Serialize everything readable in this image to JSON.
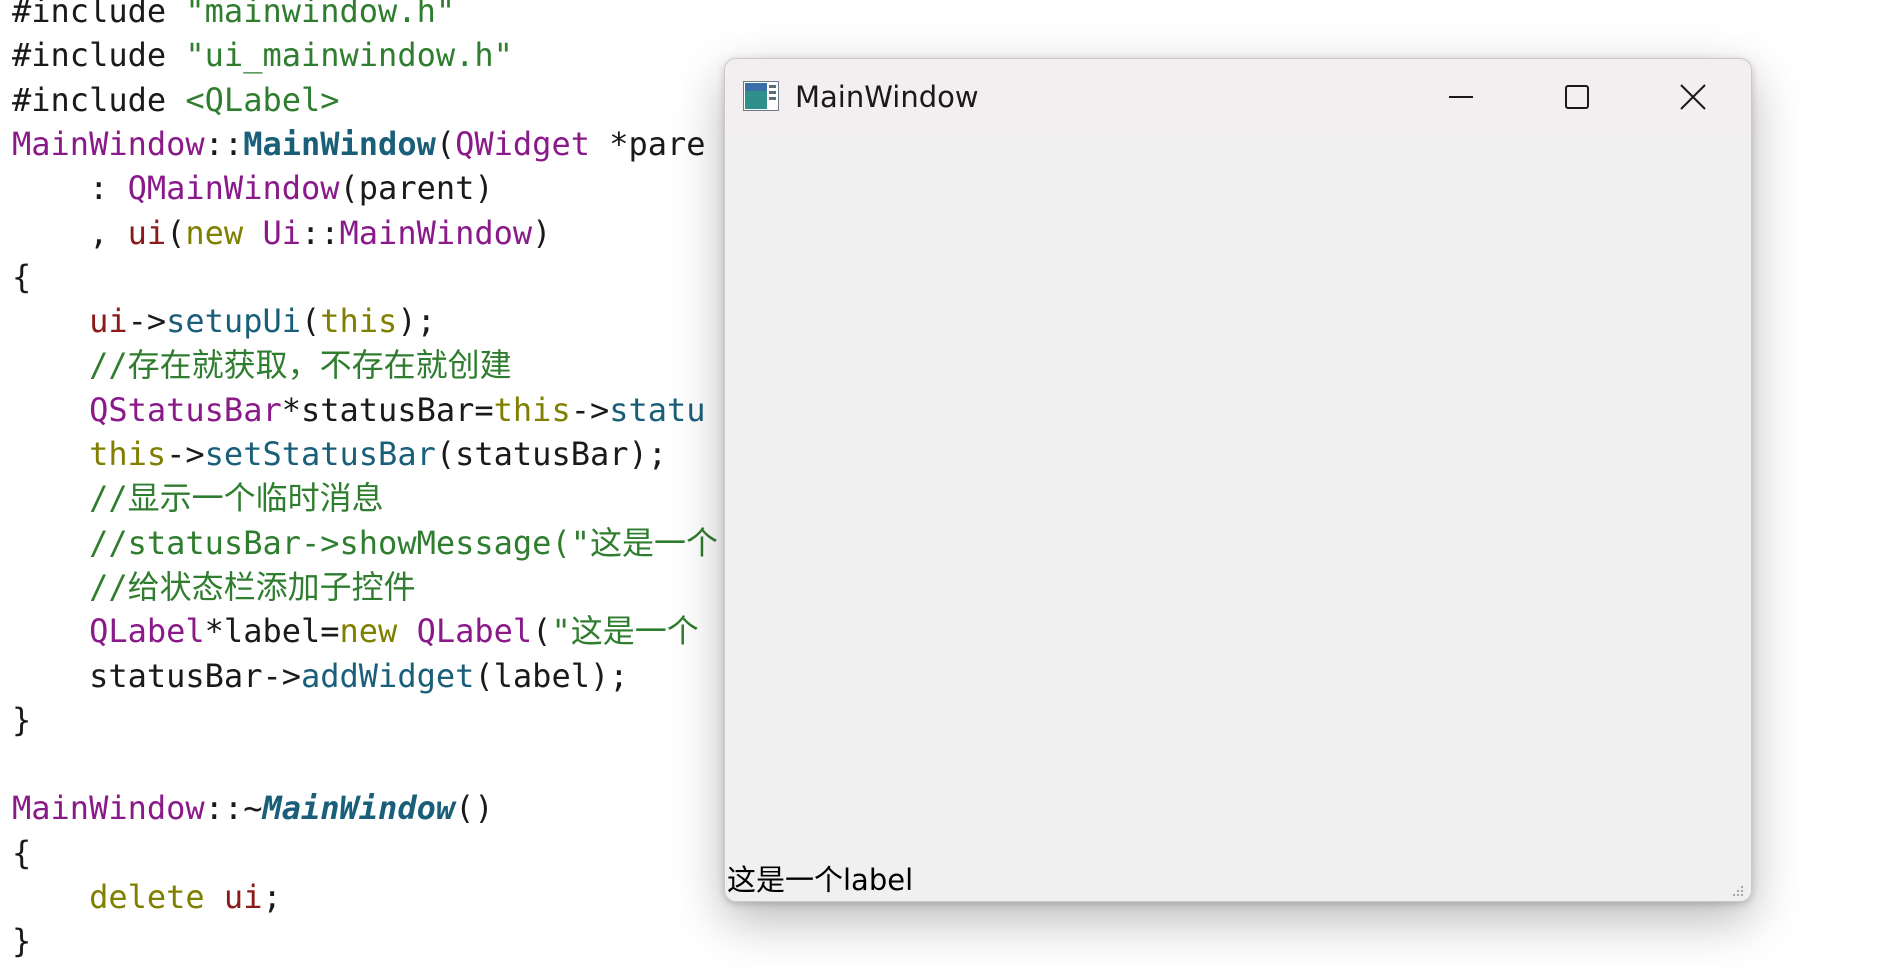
{
  "editor": {
    "lines": [
      [
        {
          "t": "#include ",
          "c": "pre"
        },
        {
          "t": "\"mainwindow.h\"",
          "c": "str"
        }
      ],
      [
        {
          "t": "#include ",
          "c": "pre"
        },
        {
          "t": "\"ui_mainwindow.h\"",
          "c": "str"
        }
      ],
      [
        {
          "t": "#include ",
          "c": "pre"
        },
        {
          "t": "<QLabel>",
          "c": "str"
        }
      ],
      [
        {
          "t": "MainWindow",
          "c": "type"
        },
        {
          "t": "::",
          "c": "plain"
        },
        {
          "t": "MainWindow",
          "c": "fnb"
        },
        {
          "t": "(",
          "c": "plain"
        },
        {
          "t": "QWidget",
          "c": "type"
        },
        {
          "t": " *pare",
          "c": "plain"
        }
      ],
      [
        {
          "t": "    : ",
          "c": "plain"
        },
        {
          "t": "QMainWindow",
          "c": "type"
        },
        {
          "t": "(parent)",
          "c": "plain"
        }
      ],
      [
        {
          "t": "    , ",
          "c": "plain"
        },
        {
          "t": "ui",
          "c": "mem"
        },
        {
          "t": "(",
          "c": "plain"
        },
        {
          "t": "new",
          "c": "kw"
        },
        {
          "t": " ",
          "c": "plain"
        },
        {
          "t": "Ui",
          "c": "type"
        },
        {
          "t": "::",
          "c": "plain"
        },
        {
          "t": "MainWindow",
          "c": "type"
        },
        {
          "t": ")",
          "c": "plain"
        }
      ],
      [
        {
          "t": "{",
          "c": "plain"
        }
      ],
      [
        {
          "t": "    ",
          "c": "plain"
        },
        {
          "t": "ui",
          "c": "mem"
        },
        {
          "t": "->",
          "c": "plain"
        },
        {
          "t": "setupUi",
          "c": "fn"
        },
        {
          "t": "(",
          "c": "plain"
        },
        {
          "t": "this",
          "c": "kw"
        },
        {
          "t": ");",
          "c": "plain"
        }
      ],
      [
        {
          "t": "    //存在就获取，不存在就创建",
          "c": "cmt"
        }
      ],
      [
        {
          "t": "    ",
          "c": "plain"
        },
        {
          "t": "QStatusBar",
          "c": "type"
        },
        {
          "t": "*statusBar=",
          "c": "plain"
        },
        {
          "t": "this",
          "c": "kw"
        },
        {
          "t": "->",
          "c": "plain"
        },
        {
          "t": "statu",
          "c": "fn"
        }
      ],
      [
        {
          "t": "    ",
          "c": "plain"
        },
        {
          "t": "this",
          "c": "kw"
        },
        {
          "t": "->",
          "c": "plain"
        },
        {
          "t": "setStatusBar",
          "c": "fn"
        },
        {
          "t": "(statusBar);",
          "c": "plain"
        }
      ],
      [
        {
          "t": "    //显示一个临时消息",
          "c": "cmt"
        }
      ],
      [
        {
          "t": "    //statusBar->showMessage(\"这是一个",
          "c": "cmt"
        }
      ],
      [
        {
          "t": "    //给状态栏添加子控件",
          "c": "cmt"
        }
      ],
      [
        {
          "t": "    ",
          "c": "plain"
        },
        {
          "t": "QLabel",
          "c": "type"
        },
        {
          "t": "*label=",
          "c": "plain"
        },
        {
          "t": "new",
          "c": "kw"
        },
        {
          "t": " ",
          "c": "plain"
        },
        {
          "t": "QLabel",
          "c": "type"
        },
        {
          "t": "(",
          "c": "plain"
        },
        {
          "t": "\"这是一个",
          "c": "str"
        }
      ],
      [
        {
          "t": "    statusBar->",
          "c": "plain"
        },
        {
          "t": "addWidget",
          "c": "fn"
        },
        {
          "t": "(label);",
          "c": "plain"
        }
      ],
      [
        {
          "t": "}",
          "c": "plain"
        }
      ],
      [
        {
          "t": "",
          "c": "plain"
        }
      ],
      [
        {
          "t": "MainWindow",
          "c": "type"
        },
        {
          "t": "::~",
          "c": "plain"
        },
        {
          "t": "MainWindow",
          "c": "fnbi"
        },
        {
          "t": "()",
          "c": "plain"
        }
      ],
      [
        {
          "t": "{",
          "c": "plain"
        }
      ],
      [
        {
          "t": "    ",
          "c": "plain"
        },
        {
          "t": "delete",
          "c": "kw"
        },
        {
          "t": " ",
          "c": "plain"
        },
        {
          "t": "ui",
          "c": "mem"
        },
        {
          "t": ";",
          "c": "plain"
        }
      ],
      [
        {
          "t": "}",
          "c": "plain"
        }
      ]
    ]
  },
  "window": {
    "title": "MainWindow",
    "icon": "qt-app-window-icon",
    "buttons": {
      "minimize": "minimize-icon",
      "maximize": "maximize-icon",
      "close": "close-icon"
    },
    "status_bar": {
      "label": "这是一个label"
    }
  },
  "colors": {
    "window_background": "#f0f0f0",
    "title_bar": "#f3eeef",
    "comment": "#2f7d2f",
    "type": "#8a1a8a",
    "function": "#1a5f7a",
    "keyword": "#808000"
  }
}
